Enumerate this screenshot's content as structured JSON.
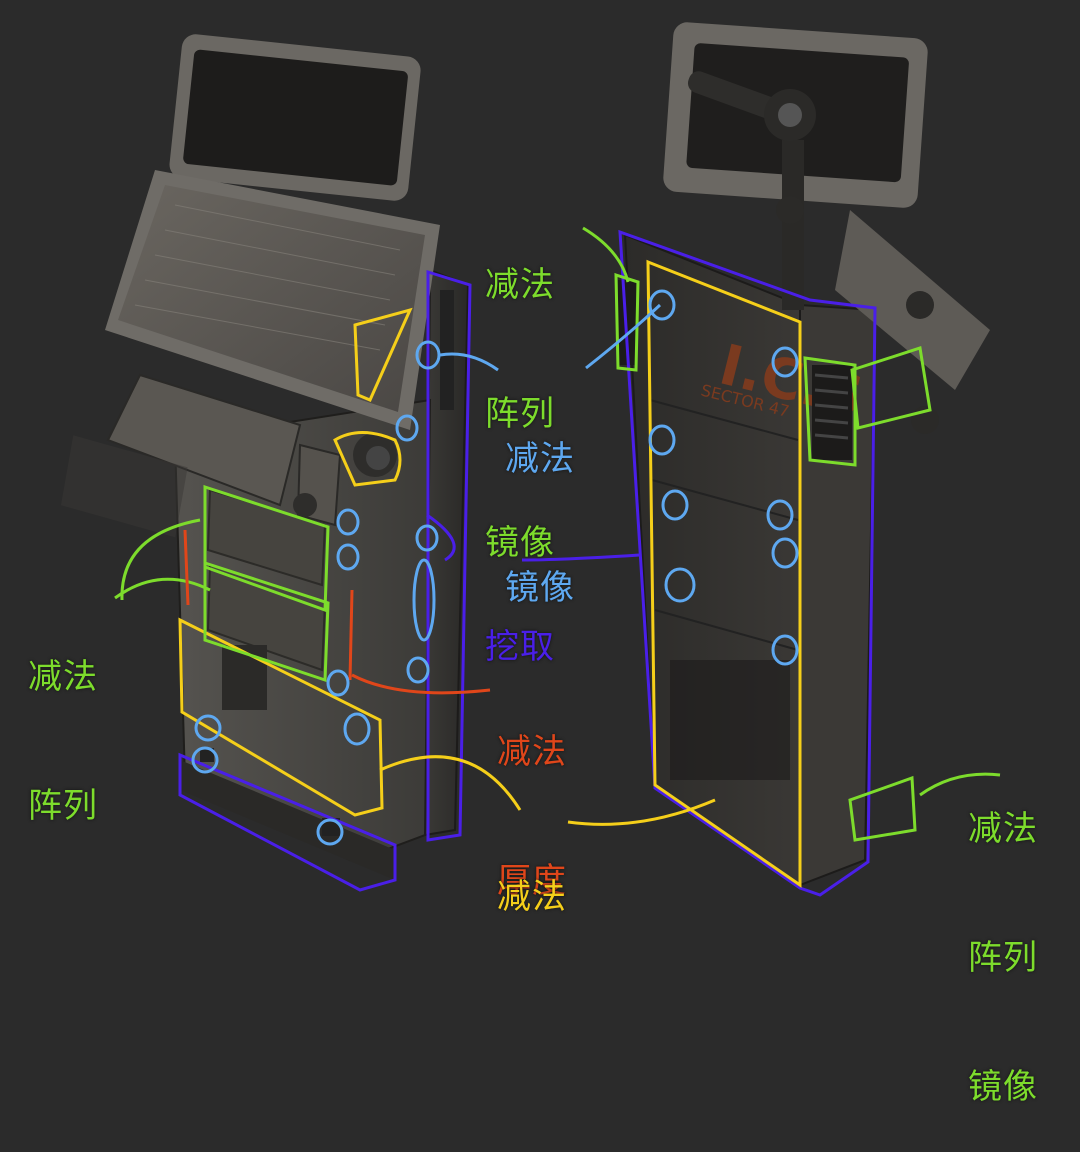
{
  "colors": {
    "green": "#7ddc2c",
    "blue": "#5ea8f0",
    "purple": "#4a1fe8",
    "orange": "#e0461a",
    "yellow": "#f5cf1a",
    "background": "#2b2b2b"
  },
  "kiosk_brand": {
    "logo": "I.C.S",
    "subtitle": "SECTOR 47"
  },
  "annotations": {
    "top_right_green": [
      "减法",
      "阵列",
      "镜像"
    ],
    "mid_blue": [
      "减法",
      "镜像"
    ],
    "mid_purple": [
      "挖取"
    ],
    "left_green": [
      "减法",
      "阵列"
    ],
    "lower_orange": [
      "减法",
      "厚度"
    ],
    "bottom_yellow": [
      "减法"
    ],
    "right_green": [
      "减法",
      "阵列",
      "镜像"
    ]
  }
}
